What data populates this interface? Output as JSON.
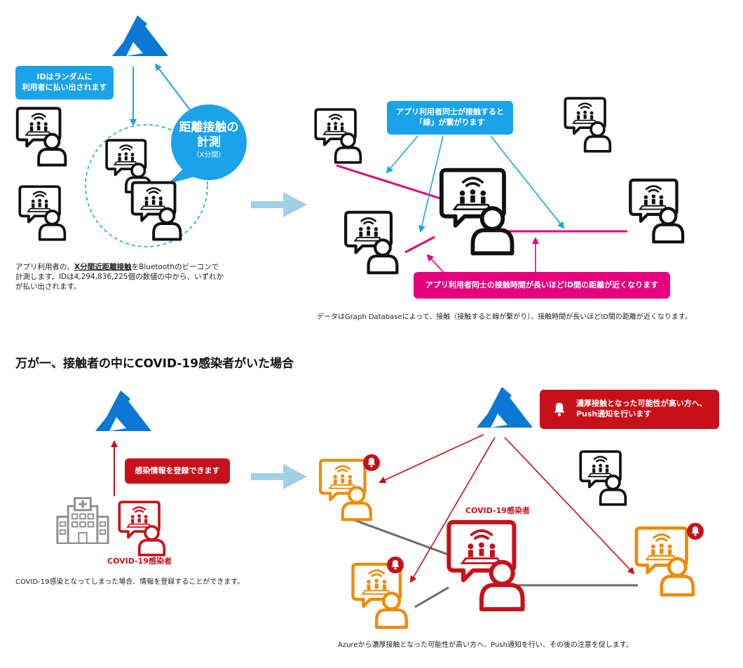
{
  "top": {
    "id_box": {
      "line1": "IDはランダムに",
      "line2": "利用者に払い出されます"
    },
    "distance_bubble": {
      "line1": "距離接触の",
      "line2": "計測",
      "sub": "（X分間）"
    },
    "left_caption": {
      "part1": "アプリ利用者の、",
      "bold": "X分間近距離接触",
      "part2": "をBluetoothのビーコンで計測します。IDは4,294,836,225個の数値の中から、いずれかが払い出されます。"
    },
    "connect_box": {
      "line1": "アプリ利用者同士が接触すると",
      "line2": "「線」が繋がります"
    },
    "closer_box": "アプリ利用者同士の接触時間が長いほどID間の距離が近くなります",
    "right_caption": "データはGraph Databaseによって、接触（接触すると線が繋がり）、接触時間が長いほどID間の距離が近くなります。"
  },
  "section_heading": "万が一、接触者の中にCOVID-19感染者がいた場合",
  "bottom": {
    "register_box": "感染情報を登録できます",
    "covid_label_left": "COVID-19感染者",
    "left_caption": "COVID-19感染となってしまった場合、情報を登録することができます。",
    "push_box": {
      "line1": "濃厚接触となった可能性が高い方へ、",
      "line2": "Push通知を行います"
    },
    "covid_label_right": "COVID-19感染者",
    "right_caption": "Azureから濃厚接触となった可能性が高い方へ、Push通知を行い、その後の注意を促します。"
  },
  "colors": {
    "azure_blue": "#0a78d4",
    "info_blue": "#1aa3e8",
    "pink": "#e6007e",
    "red": "#c8101a",
    "orange": "#f08a00",
    "gray_line": "#6b6b6b",
    "arrow_light": "#9fd0e6"
  },
  "icons": [
    "azure-logo-icon",
    "user-device-icon",
    "hospital-icon",
    "bell-icon",
    "right-arrow-icon"
  ]
}
